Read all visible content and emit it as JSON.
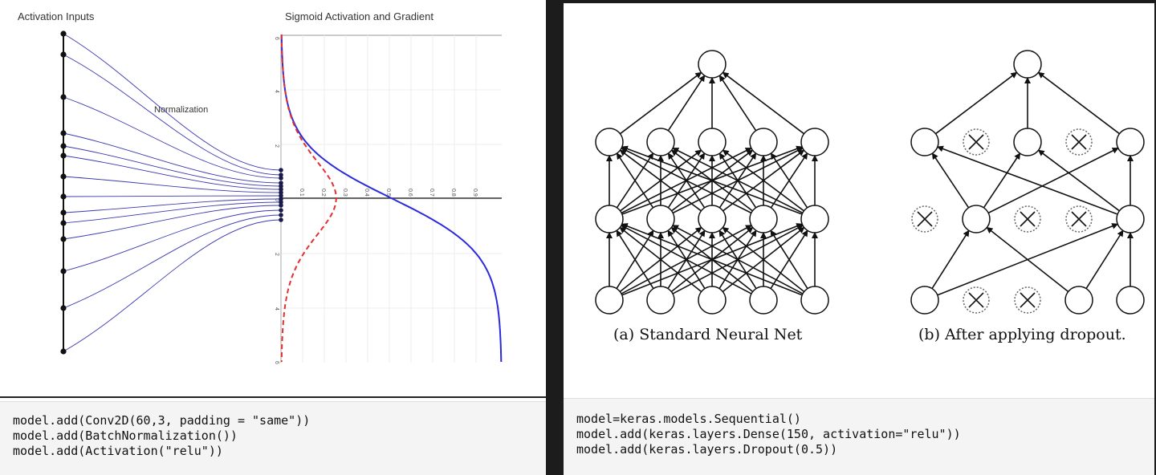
{
  "left_panel": {
    "title_left": "Activation Inputs",
    "title_right": "Sigmoid Activation and Gradient",
    "annotation": "Normalization",
    "y_ticks": [
      "6",
      "4",
      "2",
      "0",
      "2",
      "4",
      "6"
    ],
    "x_ticks": [
      "0.1",
      "0.2",
      "0.3",
      "0.4",
      "0.5",
      "0.6",
      "0.7",
      "0.8",
      "0.9"
    ],
    "code_lines": [
      "model.add(Conv2D(60,3, padding = \"same\"))",
      "model.add(BatchNormalization())",
      "model.add(Activation(\"relu\"))"
    ]
  },
  "right_panel": {
    "caption_a": "(a) Standard Neural Net",
    "caption_b": "(b) After applying dropout.",
    "code_lines": [
      "model=keras.models.Sequential()",
      "model.add(keras.layers.Dense(150, activation=\"relu\"))",
      "model.add(keras.layers.Dropout(0.5))"
    ]
  },
  "colors": {
    "sigmoid": "#2b2bdd",
    "gradient": "#e03030",
    "input_lines": "#3a3ab0",
    "node_fill": "#ffffff",
    "node_stroke": "#111111"
  }
}
